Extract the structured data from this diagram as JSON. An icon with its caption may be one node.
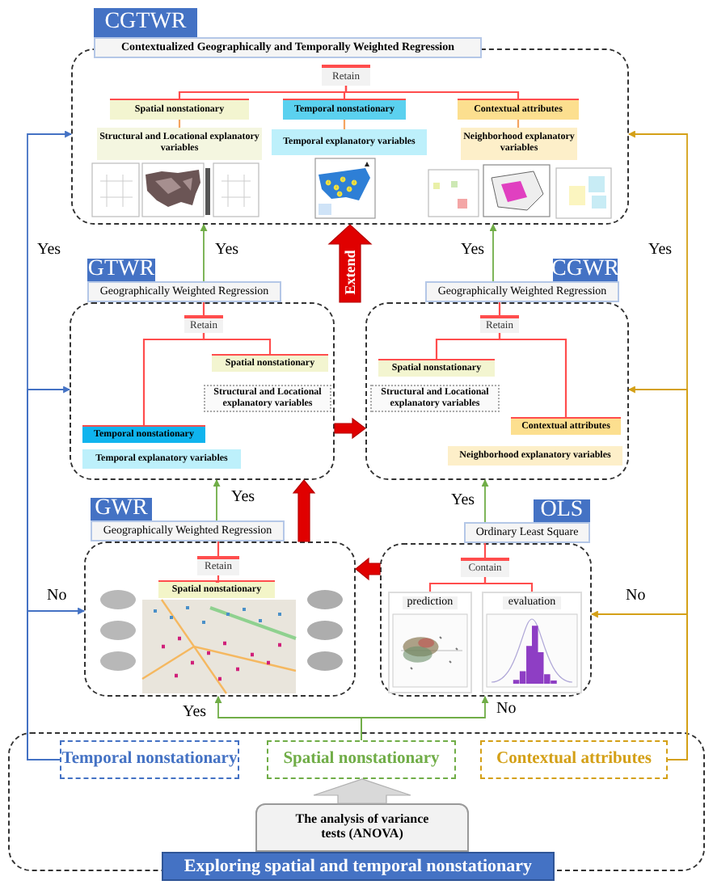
{
  "diagram": {
    "nodes": [
      {
        "text": [
          "CGTWR"
        ]
      },
      {
        "text": [
          "Contextualized Geographically and Temporally Weighted Regression"
        ]
      },
      {
        "text": [],
        "shape": "box"
      },
      {
        "text": [
          "Retain"
        ],
        "in": 2
      },
      {
        "text": [
          "Spatial nonstationary"
        ],
        "in": 2
      },
      {
        "text": [
          "Structural and Locational explanatory variables"
        ],
        "in": 2
      },
      {
        "text": [
          "Temporal nonstationary"
        ],
        "in": 2
      },
      {
        "text": [
          "Temporal explanatory variables"
        ],
        "in": 2
      },
      {
        "text": [
          "Contextual attributes"
        ],
        "in": 2
      },
      {
        "text": [
          "Neighborhood explanatory variables"
        ],
        "in": 2
      },
      {
        "text": [
          "GTWR"
        ]
      },
      {
        "text": [
          "Geographically Weighted Regression"
        ]
      },
      {
        "text": [],
        "shape": "box"
      },
      {
        "text": [
          "Retain"
        ],
        "in": 12
      },
      {
        "text": [
          "Spatial nonstationary"
        ],
        "in": 12
      },
      {
        "text": [
          "Structural and Locational explanatory variables"
        ],
        "in": 12
      },
      {
        "text": [
          "Temporal nonstationary"
        ],
        "in": 12
      },
      {
        "text": [
          "Temporal explanatory variables"
        ],
        "in": 12
      },
      {
        "text": [
          "CGWR"
        ]
      },
      {
        "text": [
          "Geographically Weighted Regression"
        ]
      },
      {
        "text": [],
        "shape": "box"
      },
      {
        "text": [
          "Retain"
        ],
        "in": 20
      },
      {
        "text": [
          "Spatial nonstationary"
        ],
        "in": 20
      },
      {
        "text": [
          "Structural and Locational explanatory variables"
        ],
        "in": 20
      },
      {
        "text": [
          "Contextual attributes"
        ],
        "in": 20
      },
      {
        "text": [
          "Neighborhood explanatory variables"
        ],
        "in": 20
      },
      {
        "text": [
          "GWR"
        ]
      },
      {
        "text": [
          "Geographically Weighted Regression"
        ]
      },
      {
        "text": [],
        "shape": "box"
      },
      {
        "text": [
          "Retain"
        ],
        "in": 28
      },
      {
        "text": [
          "Spatial nonstationary"
        ],
        "in": 28
      },
      {
        "text": [
          "OLS"
        ]
      },
      {
        "text": [
          "Ordinary Least Square"
        ]
      },
      {
        "text": [],
        "shape": "box"
      },
      {
        "text": [
          "Contain"
        ],
        "in": 33
      },
      {
        "text": [
          "prediction"
        ],
        "in": 33
      },
      {
        "text": [
          "evaluation"
        ],
        "in": 33
      },
      {
        "text": [],
        "shape": "box"
      },
      {
        "text": [
          "Temporal nonstationary"
        ],
        "in": 37
      },
      {
        "text": [
          "Spatial nonstationary"
        ],
        "in": 37
      },
      {
        "text": [
          "Contextual attributes"
        ],
        "in": 37
      },
      {
        "text": [
          "The analysis of variance tests (ANOVA)"
        ],
        "in": 37
      },
      {
        "text": [
          "Exploring spatial and temporal nonstationary"
        ]
      }
    ],
    "edges": [
      {
        "from": 3,
        "to": 4,
        "arrow": "none"
      },
      {
        "from": 3,
        "to": 6,
        "arrow": "none"
      },
      {
        "from": 3,
        "to": 8,
        "arrow": "none"
      },
      {
        "from": 4,
        "to": 5,
        "arrow": "none",
        "color": "#f4a460"
      },
      {
        "from": 6,
        "to": 7,
        "arrow": "none",
        "color": "#f4a460"
      },
      {
        "from": 8,
        "to": 9,
        "arrow": "none",
        "color": "#f4a460"
      },
      {
        "from": 11,
        "to": 13,
        "arrow": "none"
      },
      {
        "from": 13,
        "to": 14,
        "arrow": "none"
      },
      {
        "from": 13,
        "to": 16,
        "arrow": "none"
      },
      {
        "from": 19,
        "to": 21,
        "arrow": "none"
      },
      {
        "from": 21,
        "to": 22,
        "arrow": "none"
      },
      {
        "from": 21,
        "to": 24,
        "arrow": "none"
      },
      {
        "from": 27,
        "to": 29,
        "arrow": "none"
      },
      {
        "from": 29,
        "to": 30,
        "arrow": "none"
      },
      {
        "from": 32,
        "to": 34,
        "arrow": "none"
      },
      {
        "from": 34,
        "to": 35,
        "arrow": "none"
      },
      {
        "from": 34,
        "to": 36,
        "arrow": "none"
      },
      {
        "from": 39,
        "to": 28,
        "arrow": "to",
        "label": "Yes",
        "color": "#70ad47"
      },
      {
        "from": 39,
        "to": 33,
        "arrow": "to",
        "label": "No",
        "color": "#70ad47"
      },
      {
        "from": 38,
        "to": 2,
        "arrow": "to",
        "label": "Yes",
        "color": "#4472c4"
      },
      {
        "from": 38,
        "to": 12,
        "arrow": "to",
        "color": "#4472c4"
      },
      {
        "from": 38,
        "to": 28,
        "arrow": "to",
        "label": "No",
        "color": "#4472c4"
      },
      {
        "from": 40,
        "to": 2,
        "arrow": "to",
        "label": "Yes",
        "color": "#d4a017"
      },
      {
        "from": 40,
        "to": 20,
        "arrow": "to",
        "color": "#d4a017"
      },
      {
        "from": 40,
        "to": 33,
        "arrow": "to",
        "label": "No",
        "color": "#d4a017"
      },
      {
        "from": 11,
        "to": 2,
        "arrow": "to",
        "label": "Yes",
        "color": "#70ad47"
      },
      {
        "from": 19,
        "to": 2,
        "arrow": "to",
        "label": "Yes",
        "color": "#70ad47"
      },
      {
        "from": 27,
        "to": 12,
        "arrow": "to",
        "label": "Yes",
        "color": "#70ad47"
      },
      {
        "from": 32,
        "to": 20,
        "arrow": "to",
        "label": "Yes",
        "color": "#70ad47"
      },
      {
        "from": 12,
        "to": 2,
        "arrow": "to",
        "label": "Extend",
        "style": "thick",
        "color": "#e00000"
      },
      {
        "from": 12,
        "to": 20,
        "arrow": "to",
        "style": "thick",
        "color": "#e00000"
      },
      {
        "from": 28,
        "to": 12,
        "arrow": "to",
        "style": "thick",
        "color": "#e00000"
      },
      {
        "from": 33,
        "to": 28,
        "arrow": "to",
        "style": "thick",
        "color": "#e00000"
      },
      {
        "from": 41,
        "to": 39,
        "arrow": "to",
        "style": "thick",
        "color": "#d9d9d9"
      }
    ]
  }
}
